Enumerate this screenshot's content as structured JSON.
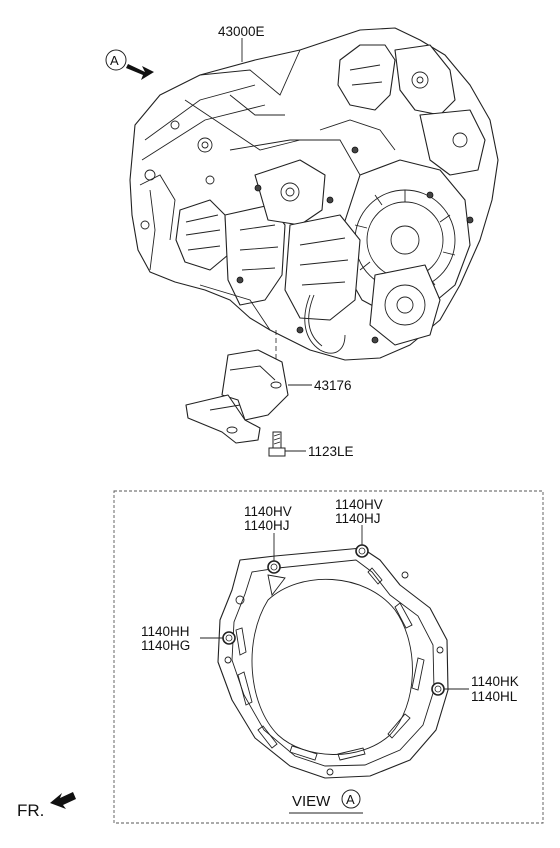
{
  "labels": {
    "assembly": "43000E",
    "mount_bracket": "43176",
    "bolt": "1123LE",
    "view_a_marker": "A",
    "fr": "FR.",
    "view_title_word": "VIEW",
    "view_title_letter": "A"
  },
  "bolt_callouts": [
    {
      "line1": "1140HV",
      "line2": "1140HJ"
    },
    {
      "line1": "1140HV",
      "line2": "1140HJ"
    },
    {
      "line1": "1140HH",
      "line2": "1140HG"
    },
    {
      "line1": "1140HK",
      "line2": "1140HL"
    }
  ]
}
